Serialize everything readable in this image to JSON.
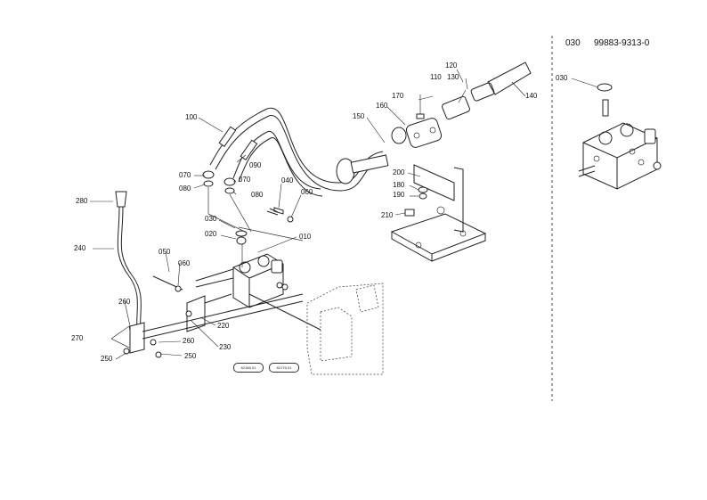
{
  "kit": {
    "ref": "030",
    "part_number": "99883-9313-0"
  },
  "badges": {
    "left": "82166-01",
    "right": "82176-01"
  },
  "callouts": {
    "c010": "010",
    "c020": "020",
    "c030_main": "030",
    "c030_inset": "030",
    "c040": "040",
    "c050": "050",
    "c060_a": "060",
    "c060_b": "060",
    "c070_a": "070",
    "c070_b": "070",
    "c080_a": "080",
    "c080_b": "080",
    "c090": "090",
    "c100": "100",
    "c110": "110",
    "c120": "120",
    "c130": "130",
    "c140": "140",
    "c150": "150",
    "c160": "160",
    "c170": "170",
    "c180": "180",
    "c190": "190",
    "c200": "200",
    "c210": "210",
    "c220": "220",
    "c230": "230",
    "c240": "240",
    "c250_a": "250",
    "c250_b": "250",
    "c260_a": "260",
    "c260_b": "260",
    "c270": "270",
    "c280": "280"
  }
}
